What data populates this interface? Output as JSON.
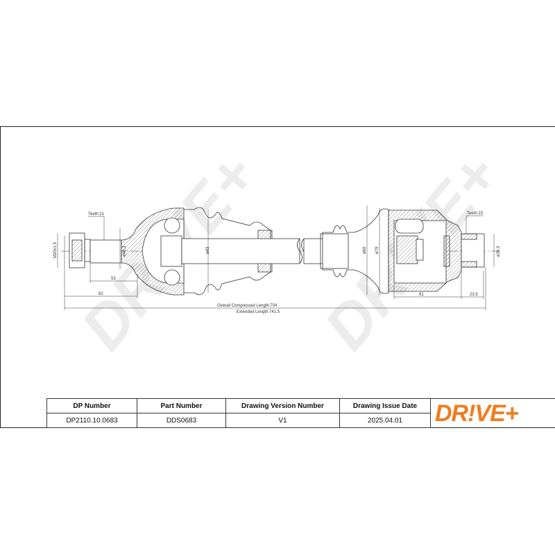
{
  "drawing": {
    "left": {
      "teeth": "Teeth:21",
      "thread": "M20x1.5",
      "diam_stub": "ø46.3",
      "diam_boot": "ø63",
      "len_53": "53",
      "len_82": "82"
    },
    "right": {
      "teeth": "Teeth:23",
      "diam_a": "ø69",
      "diam_b": "ø79",
      "diam_stub": "ø36.3",
      "len_61": "61",
      "len_23_5": "23.5"
    },
    "overall_length": "Overall Compressed Length:704",
    "extended_length": "Extended Length:741.5",
    "watermark": "DR!VE+"
  },
  "table": {
    "headers": [
      "DP Number",
      "Part Number",
      "Drawing Version Number",
      "Drawing Issue Date"
    ],
    "values": [
      "DP2110.10.0683",
      "DDS0683",
      "V1",
      "2025.04.01"
    ]
  },
  "logo": {
    "text": "DR!VE+",
    "color": "#f07c1e"
  }
}
